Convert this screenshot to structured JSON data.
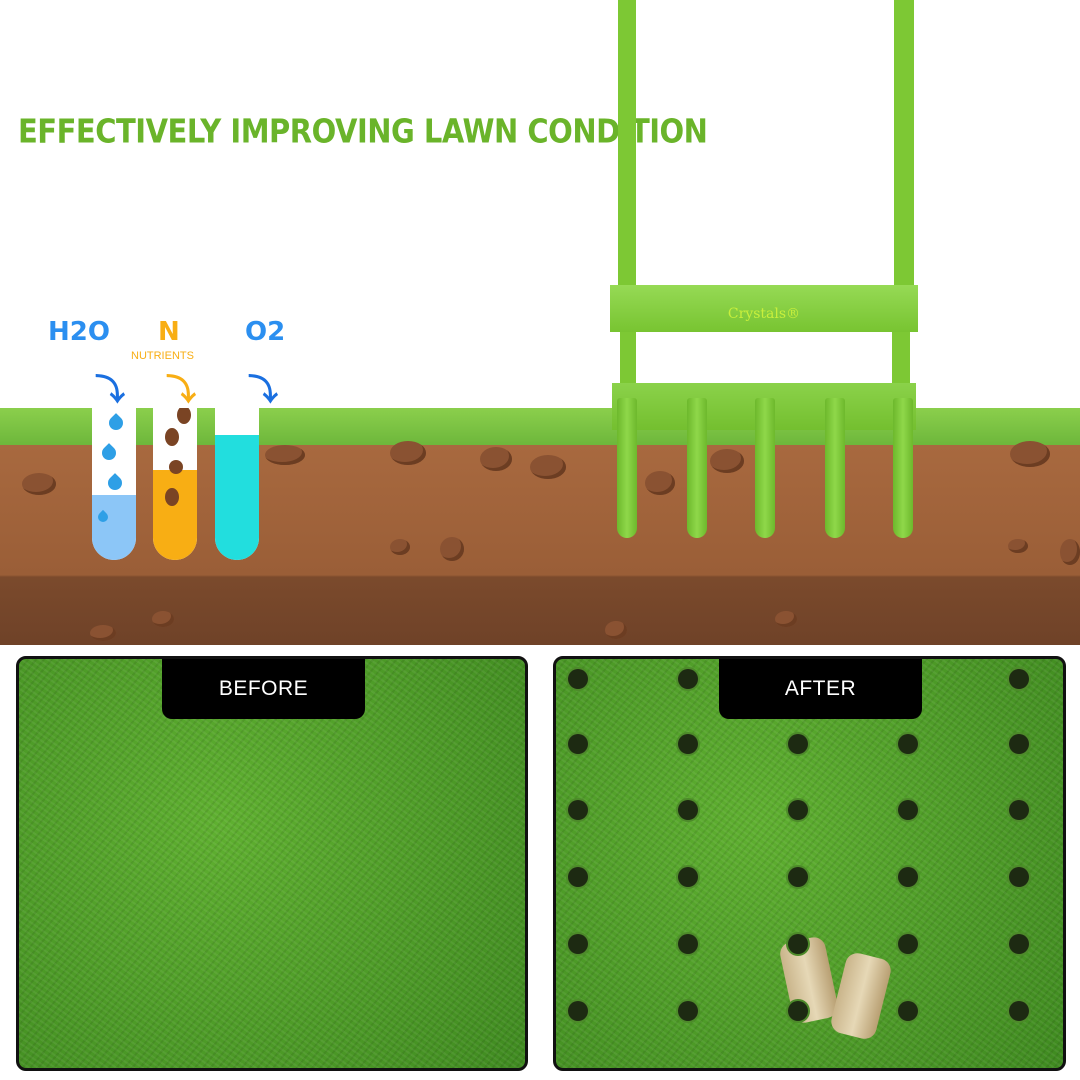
{
  "headline": "EFFECTIVELY IMPROVING LAWN CONDITION",
  "diagram": {
    "water": {
      "label": "H2O",
      "color": "#2b8ff0"
    },
    "nitrogen": {
      "label": "N",
      "sublabel": "NUTRIENTS",
      "color": "#f8ae14"
    },
    "oxygen": {
      "label": "O2",
      "color": "#2b8ff0"
    }
  },
  "product": {
    "brand": "Crystals®",
    "color": "#7dc834"
  },
  "comparison": {
    "before_label": "BEFORE",
    "after_label": "AFTER"
  }
}
